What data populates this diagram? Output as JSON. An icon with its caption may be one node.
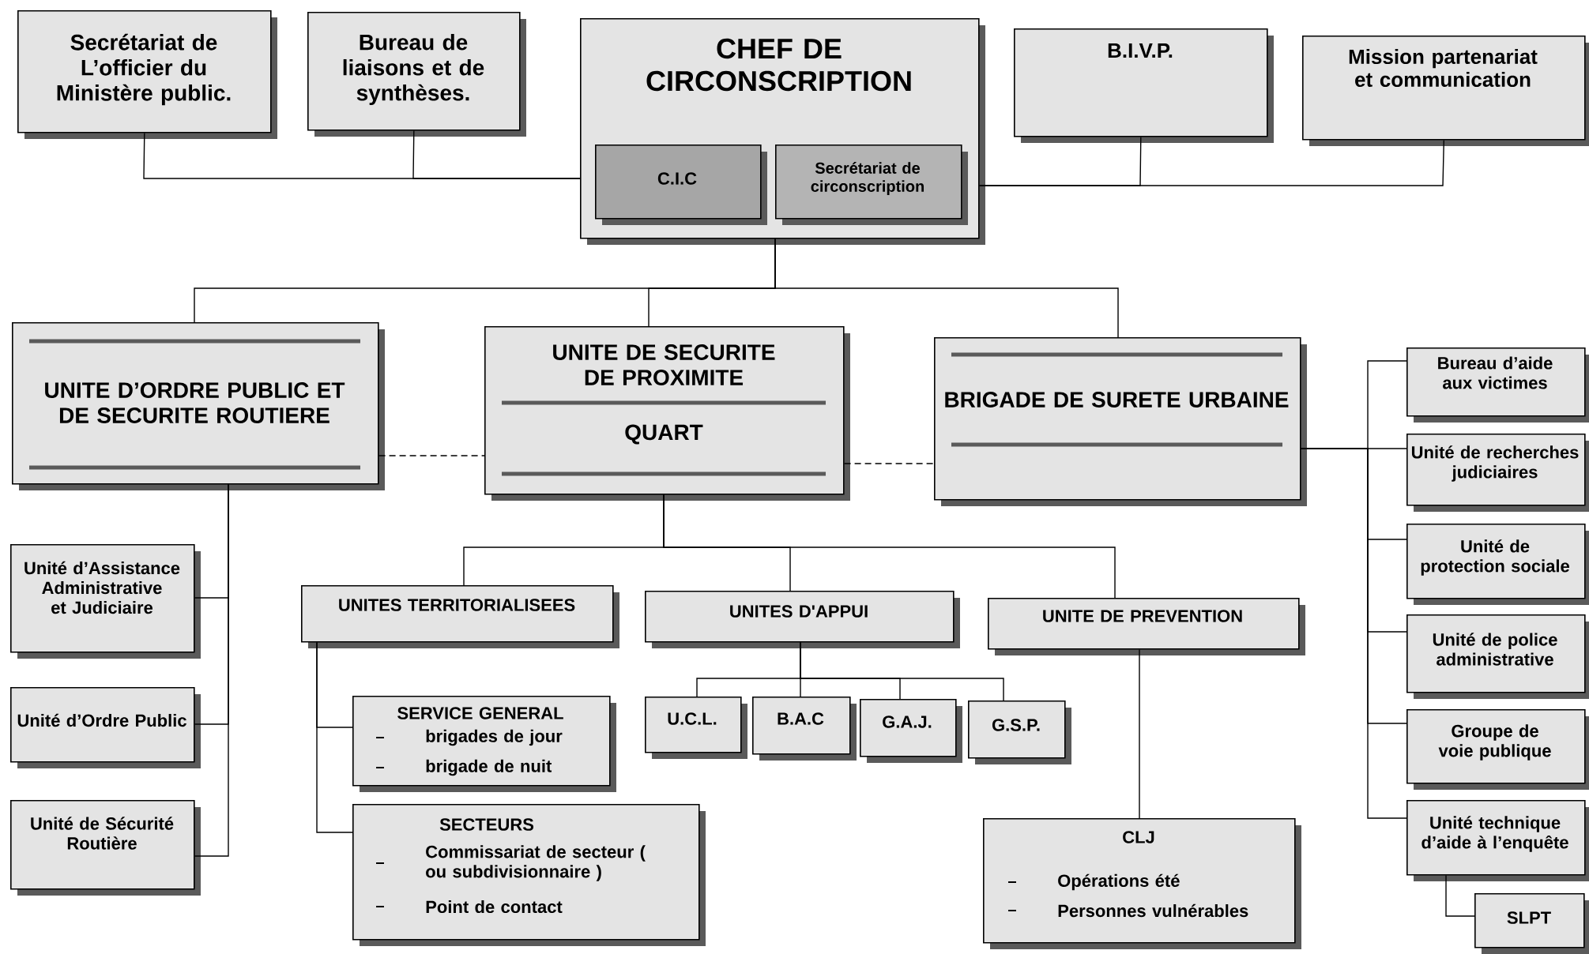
{
  "diagram": {
    "nodes": [
      {
        "text": [
          "Secrétariat de L’officier du Ministère public."
        ]
      },
      {
        "text": [
          "Bureau de liaisons et de synthèses."
        ]
      },
      {
        "text": [
          "CHEF DE CIRCONSCRIPTION"
        ]
      },
      {
        "text": [
          "C.I.C"
        ],
        "in": 2
      },
      {
        "text": [
          "Secrétariat de circonscription"
        ],
        "in": 2
      },
      {
        "text": [
          "B.I.V.P."
        ]
      },
      {
        "text": [
          "Mission partenariat et communication"
        ]
      },
      {
        "text": [
          "UNITE D’ORDRE PUBLIC ET DE SECURITE ROUTIERE"
        ]
      },
      {
        "text": [
          "UNITE DE SECURITE DE PROXIMITE",
          "QUART"
        ]
      },
      {
        "text": [
          "BRIGADE DE SURETE URBAINE"
        ]
      },
      {
        "text": [
          "Unité d’Assistance Administrative et Judiciaire"
        ]
      },
      {
        "text": [
          "Unité d’Ordre Public"
        ]
      },
      {
        "text": [
          "Unité de Sécurité Routière"
        ]
      },
      {
        "text": [
          "UNITES TERRITORIALISEES"
        ]
      },
      {
        "text": [
          "UNITES D'APPUI"
        ]
      },
      {
        "text": [
          "UNITE DE PREVENTION"
        ]
      },
      {
        "text": [
          "SERVICE GENERAL",
          "brigades de jour",
          "brigade de nuit"
        ]
      },
      {
        "text": [
          "SECTEURS",
          "Commissariat de secteur ( ou subdivisionnaire )",
          "Point de contact"
        ]
      },
      {
        "text": [
          "U.C.L."
        ]
      },
      {
        "text": [
          "B.A.C"
        ]
      },
      {
        "text": [
          "G.A.J."
        ]
      },
      {
        "text": [
          "G.S.P."
        ]
      },
      {
        "text": [
          "CLJ",
          "Opérations été",
          "Personnes vulnérables"
        ]
      },
      {
        "text": [
          "Bureau d’aide aux victimes"
        ]
      },
      {
        "text": [
          "Unité de recherches judiciaires"
        ]
      },
      {
        "text": [
          "Unité de protection sociale"
        ]
      },
      {
        "text": [
          "Unité de police administrative"
        ]
      },
      {
        "text": [
          "Groupe de voie publique"
        ]
      },
      {
        "text": [
          "Unité technique d’aide à l’enquête"
        ]
      },
      {
        "text": [
          "SLPT"
        ]
      }
    ],
    "edges": [
      {
        "from": 0,
        "to": 2,
        "arrow": "none"
      },
      {
        "from": 1,
        "to": 2,
        "arrow": "none"
      },
      {
        "from": 5,
        "to": 2,
        "arrow": "none"
      },
      {
        "from": 6,
        "to": 2,
        "arrow": "none"
      },
      {
        "from": 2,
        "to": 7,
        "arrow": "none"
      },
      {
        "from": 2,
        "to": 8,
        "arrow": "none"
      },
      {
        "from": 2,
        "to": 9,
        "arrow": "none"
      },
      {
        "from": 7,
        "to": 8,
        "arrow": "none",
        "style": "dashed"
      },
      {
        "from": 8,
        "to": 9,
        "arrow": "none",
        "style": "dashed"
      },
      {
        "from": 7,
        "to": 10,
        "arrow": "none"
      },
      {
        "from": 7,
        "to": 11,
        "arrow": "none"
      },
      {
        "from": 7,
        "to": 12,
        "arrow": "none"
      },
      {
        "from": 8,
        "to": 13,
        "arrow": "none"
      },
      {
        "from": 8,
        "to": 14,
        "arrow": "none"
      },
      {
        "from": 8,
        "to": 15,
        "arrow": "none"
      },
      {
        "from": 13,
        "to": 16,
        "arrow": "none"
      },
      {
        "from": 13,
        "to": 17,
        "arrow": "none"
      },
      {
        "from": 14,
        "to": 18,
        "arrow": "none"
      },
      {
        "from": 14,
        "to": 19,
        "arrow": "none"
      },
      {
        "from": 14,
        "to": 20,
        "arrow": "none"
      },
      {
        "from": 14,
        "to": 21,
        "arrow": "none"
      },
      {
        "from": 15,
        "to": 22,
        "arrow": "none"
      },
      {
        "from": 9,
        "to": 23,
        "arrow": "none"
      },
      {
        "from": 9,
        "to": 24,
        "arrow": "none"
      },
      {
        "from": 9,
        "to": 25,
        "arrow": "none"
      },
      {
        "from": 9,
        "to": 26,
        "arrow": "none"
      },
      {
        "from": 9,
        "to": 27,
        "arrow": "none"
      },
      {
        "from": 9,
        "to": 28,
        "arrow": "none"
      },
      {
        "from": 28,
        "to": 29,
        "arrow": "none"
      }
    ]
  }
}
